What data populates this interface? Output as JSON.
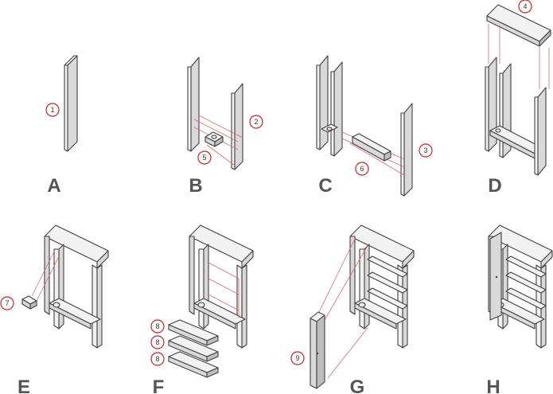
{
  "steps": [
    {
      "letter": "A",
      "callouts": [
        "1"
      ]
    },
    {
      "letter": "B",
      "callouts": [
        "2",
        "5"
      ]
    },
    {
      "letter": "C",
      "callouts": [
        "6",
        "3"
      ]
    },
    {
      "letter": "D",
      "callouts": [
        "4"
      ]
    },
    {
      "letter": "E",
      "callouts": [
        "7"
      ]
    },
    {
      "letter": "F",
      "callouts": [
        "8",
        "8",
        "8"
      ]
    },
    {
      "letter": "G",
      "callouts": [
        "9"
      ]
    },
    {
      "letter": "H",
      "callouts": []
    }
  ],
  "colors": {
    "guide_lines": "#e06666",
    "callout_ring": "#d11f1f",
    "letters": "#555555"
  }
}
